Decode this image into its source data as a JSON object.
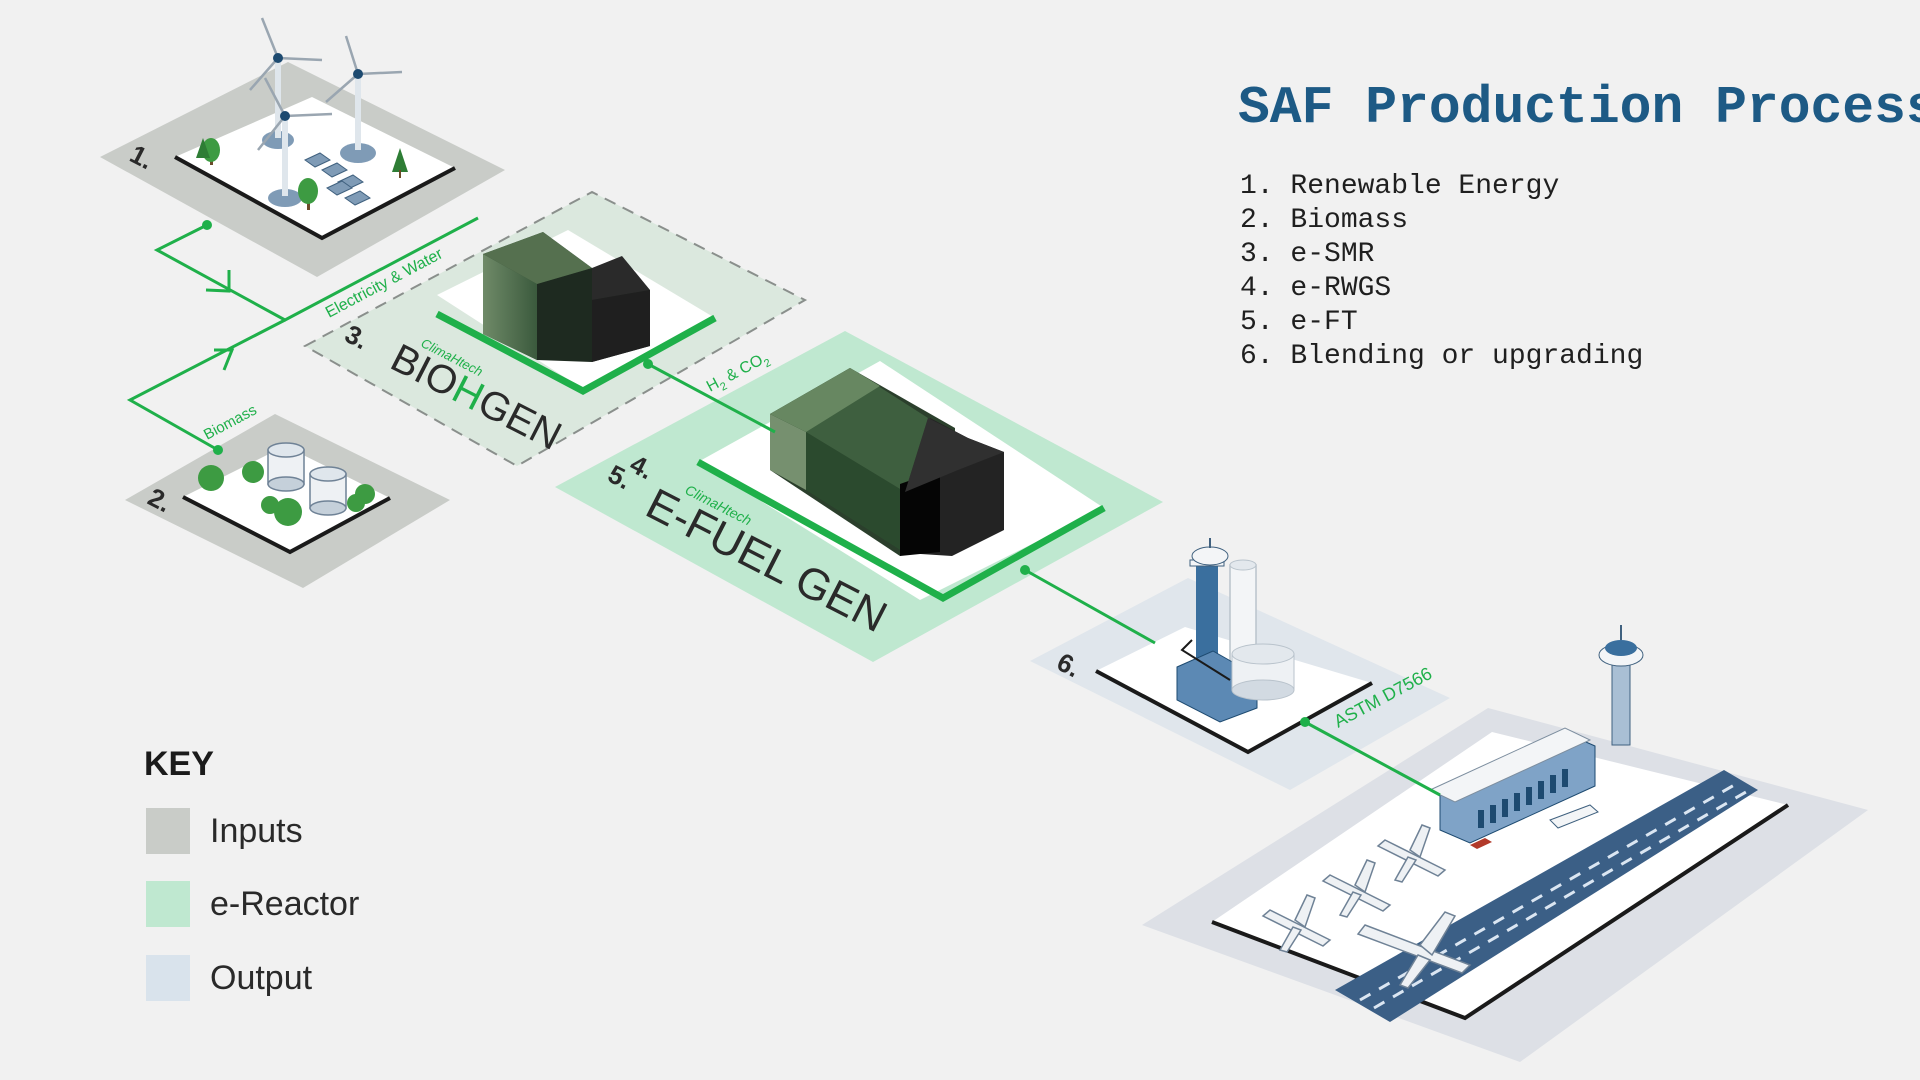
{
  "title": "SAF Production Process",
  "steps": [
    "1. Renewable Energy",
    "2. Biomass",
    "3. e-SMR",
    "4. e-RWGS",
    "5. e-FT",
    "6. Blending or upgrading"
  ],
  "key": {
    "title": "KEY",
    "items": [
      {
        "label": "Inputs",
        "color": "#c9ccc8"
      },
      {
        "label": "e-Reactor",
        "color": "#bfe8d0"
      },
      {
        "label": "Output",
        "color": "#d9e3ec"
      }
    ]
  },
  "diagram": {
    "pad_numbers": [
      "1.",
      "2.",
      "3.",
      "4.",
      "5.",
      "6."
    ],
    "connectors": {
      "electricity_water": "Electricity & Water",
      "biomass": "Biomass",
      "h2_co2": "H",
      "h2_sub": "2",
      "h2_mid": " & CO",
      "co2_sub": "2",
      "astm": "ASTM D7566"
    },
    "brand": "ClimaHtech",
    "bio_gen_a": "BIO",
    "bio_gen_h": "H",
    "bio_gen_b": "GEN",
    "efuel_gen": "E-FUEL GEN"
  },
  "colors": {
    "title": "#1d5a85",
    "accent_green": "#1fb04a",
    "input_pad": "#c9ccc8",
    "reactor_pad": "#bfe8d0",
    "output_pad": "#d9e3ec"
  }
}
